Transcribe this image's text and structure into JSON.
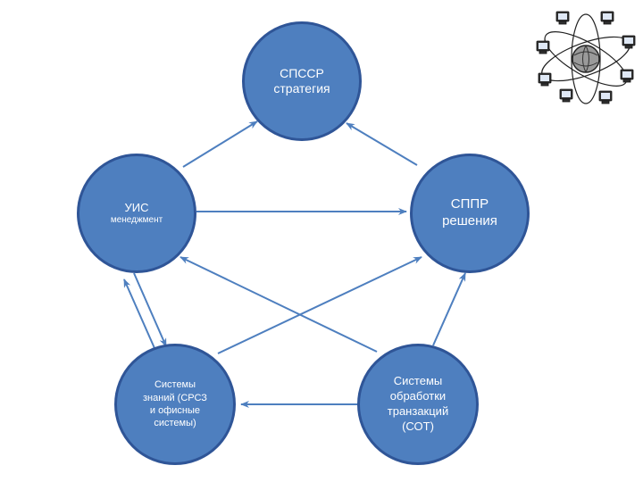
{
  "nodes": {
    "top": {
      "line1": "СПССР",
      "line2": "стратегия"
    },
    "left": {
      "line1": "УИС",
      "line2": "менеджмент"
    },
    "right": {
      "line1": "СППР",
      "line2": "решения"
    },
    "bottom_left": {
      "line1": "Системы",
      "line2": "знаний (СРСЗ",
      "line3": "и офисные",
      "line4": "системы)"
    },
    "bottom_right": {
      "line1": "Системы",
      "line2": "обработки",
      "line3": "транзакций",
      "line4": "(СОТ)"
    }
  },
  "colors": {
    "node_fill": "#4e7fbf",
    "node_border": "#2f5597",
    "arrow": "#4e7fbf",
    "text": "#ffffff"
  },
  "icon": "computer-network-globe-icon"
}
